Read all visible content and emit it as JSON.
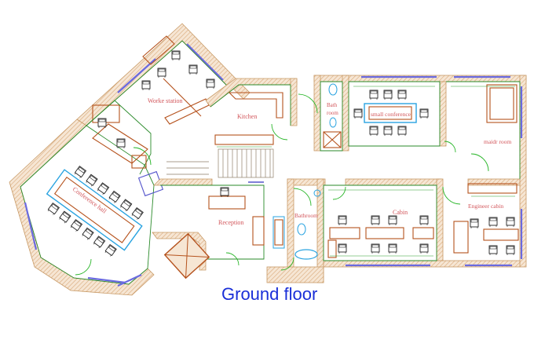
{
  "title": "Ground floor",
  "rooms": {
    "workstation": "Worke station",
    "kitchen": "Kitchen",
    "bath_room_line1": "Bath",
    "bath_room_line2": "room",
    "small_conference": "small conference",
    "maidr_room": "maidr room",
    "conference_hall": "Conference hall",
    "reception": "Reception",
    "bathroom": "Bathroom",
    "cabin": "Cabin",
    "engineer_cabin": "Engineer cabin"
  },
  "colors": {
    "title": "#1a2fd8",
    "room_label": "#d2555a",
    "wall_hatch": "#c89a66",
    "inner_wall": "#2a8a2a",
    "furniture": "#b5521d",
    "window": "#6a6ae0",
    "door_swing": "#29b629",
    "highlight": "#29a3e0"
  }
}
